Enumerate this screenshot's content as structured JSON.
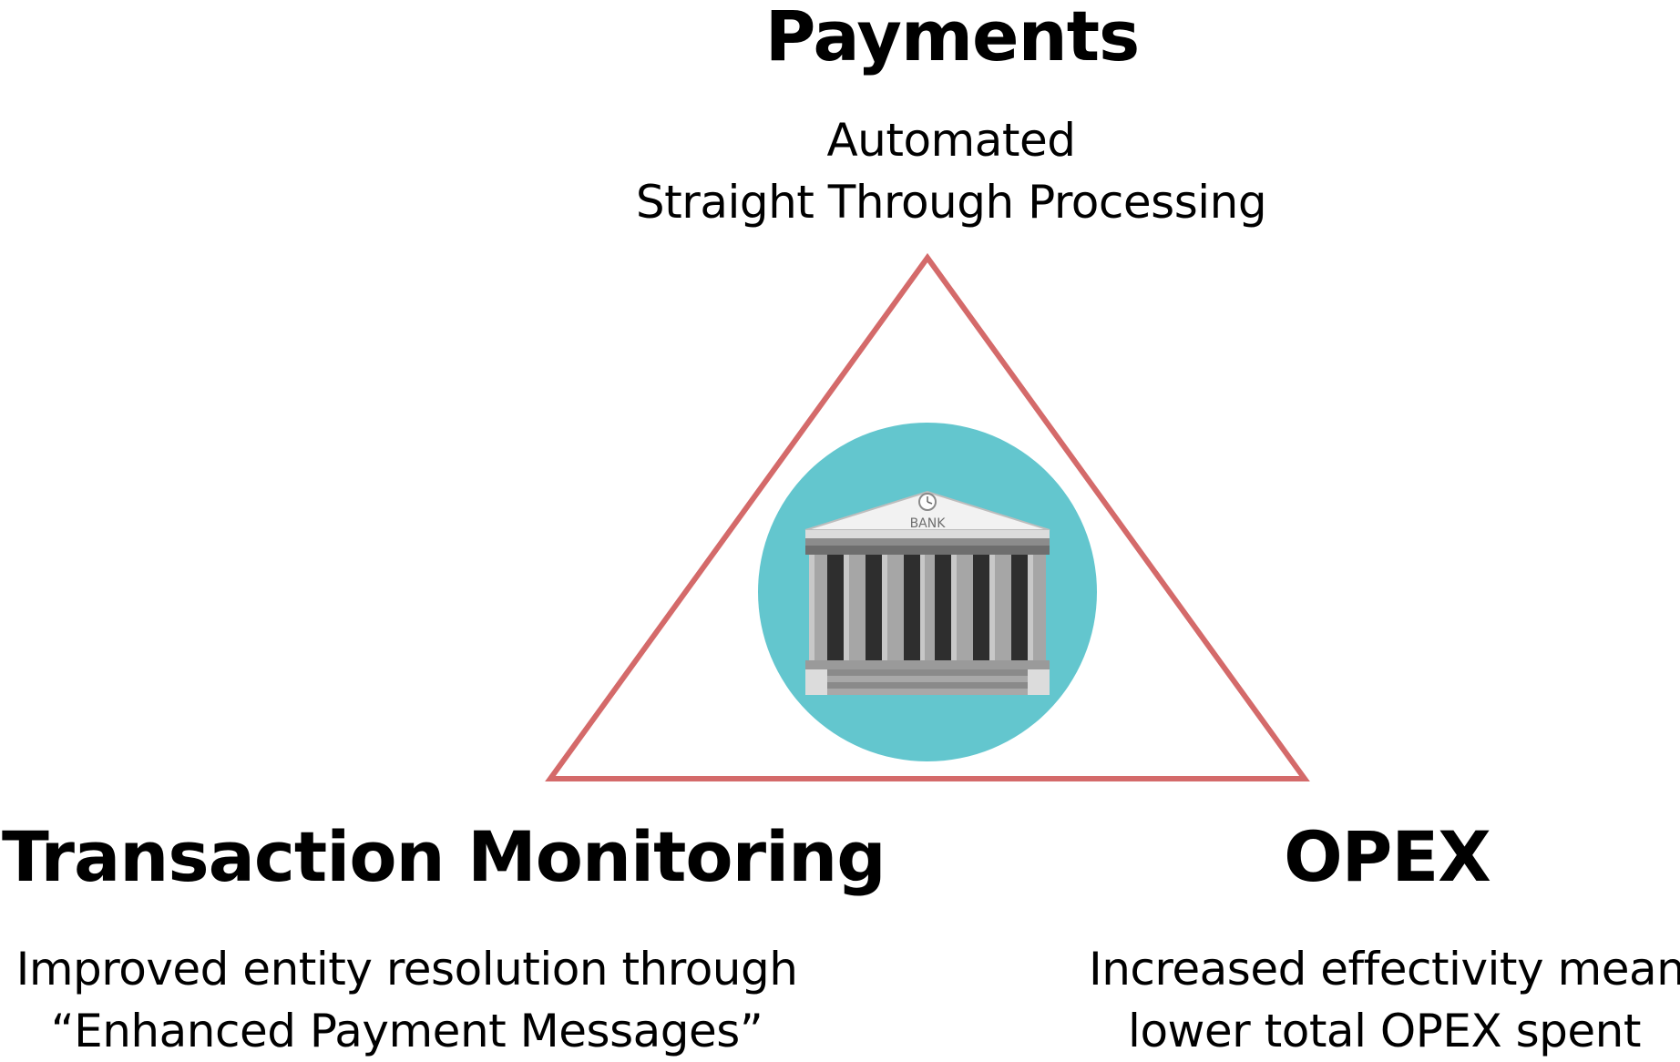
{
  "colors": {
    "triangle_stroke": "#d46a6a",
    "circle_fill": "#63c6ce",
    "text": "#000000"
  },
  "center_icon": {
    "name": "bank-building-icon",
    "sign_text": "BANK"
  },
  "nodes": {
    "top": {
      "title": "Payments",
      "lines": [
        "Automated",
        "Straight Through Processing"
      ]
    },
    "left": {
      "title": "Transaction Monitoring",
      "lines": [
        "Improved entity resolution through",
        "“Enhanced Payment Messages”"
      ]
    },
    "right": {
      "title": "OPEX",
      "lines": [
        "Increased effectivity means",
        "lower total OPEX spent"
      ]
    }
  }
}
